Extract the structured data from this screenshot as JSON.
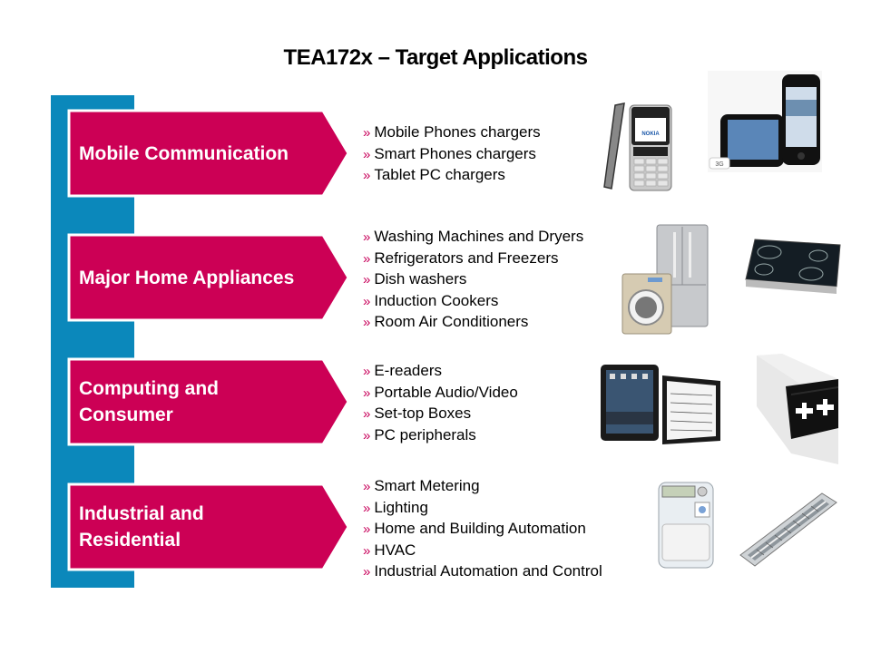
{
  "title": "TEA172x – Target Applications",
  "colors": {
    "accent_magenta": "#cc0055",
    "accent_blue": "#0b88bb",
    "bullet_marker": "#c8005a"
  },
  "bullet_marker": "»",
  "categories": [
    {
      "label": "Mobile Communication",
      "items": [
        "Mobile Phones chargers",
        "Smart Phones chargers",
        "Tablet PC chargers"
      ],
      "images": [
        "nokia-candybar-phone",
        "smartphone-3g"
      ]
    },
    {
      "label": "Major Home Appliances",
      "items": [
        "Washing Machines and Dryers",
        "Refrigerators and Freezers",
        "Dish washers",
        "Induction Cookers",
        "Room Air Conditioners"
      ],
      "images": [
        "washer-and-refrigerator",
        "induction-cooktop"
      ]
    },
    {
      "label": "Computing and Consumer",
      "items": [
        "E-readers",
        "Portable Audio/Video",
        "Set-top Boxes",
        "PC peripherals"
      ],
      "images": [
        "tablets",
        "set-top-box"
      ]
    },
    {
      "label": "Industrial and Residential",
      "items": [
        "Smart Metering",
        "Lighting",
        "Home and Building Automation",
        "HVAC",
        "Industrial Automation and Control"
      ],
      "images": [
        "smart-meter",
        "fluorescent-light-fixture"
      ]
    }
  ],
  "image_text": {
    "phone_brand": "NOKIA",
    "badge_3g": "3G"
  }
}
